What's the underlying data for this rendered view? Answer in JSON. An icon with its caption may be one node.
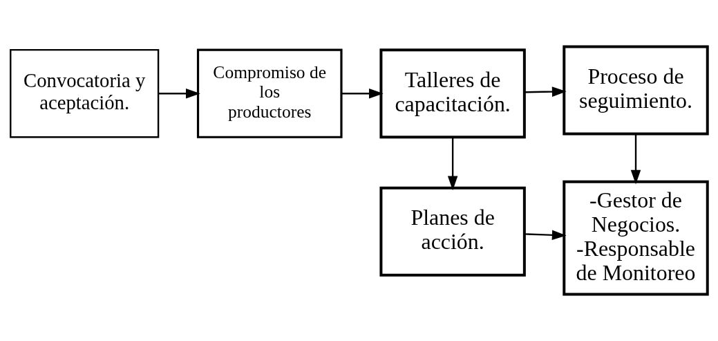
{
  "diagram": {
    "nodes": [
      {
        "text": [
          "Convocatoria y aceptación."
        ]
      },
      {
        "text": [
          "Compromiso de los productores"
        ]
      },
      {
        "text": [
          "Talleres de capacitación."
        ]
      },
      {
        "text": [
          "Proceso de seguimiento."
        ]
      },
      {
        "text": [
          "Planes de acción."
        ]
      },
      {
        "text": [
          "-Gestor de Negocios.",
          "-Responsable de Monitoreo"
        ]
      }
    ],
    "edges": [
      {
        "from": 0,
        "to": 1,
        "arrow": "to"
      },
      {
        "from": 1,
        "to": 2,
        "arrow": "to"
      },
      {
        "from": 2,
        "to": 3,
        "arrow": "to"
      },
      {
        "from": 2,
        "to": 4,
        "arrow": "to"
      },
      {
        "from": 3,
        "to": 5,
        "arrow": "to"
      },
      {
        "from": 4,
        "to": 5,
        "arrow": "to"
      }
    ]
  }
}
